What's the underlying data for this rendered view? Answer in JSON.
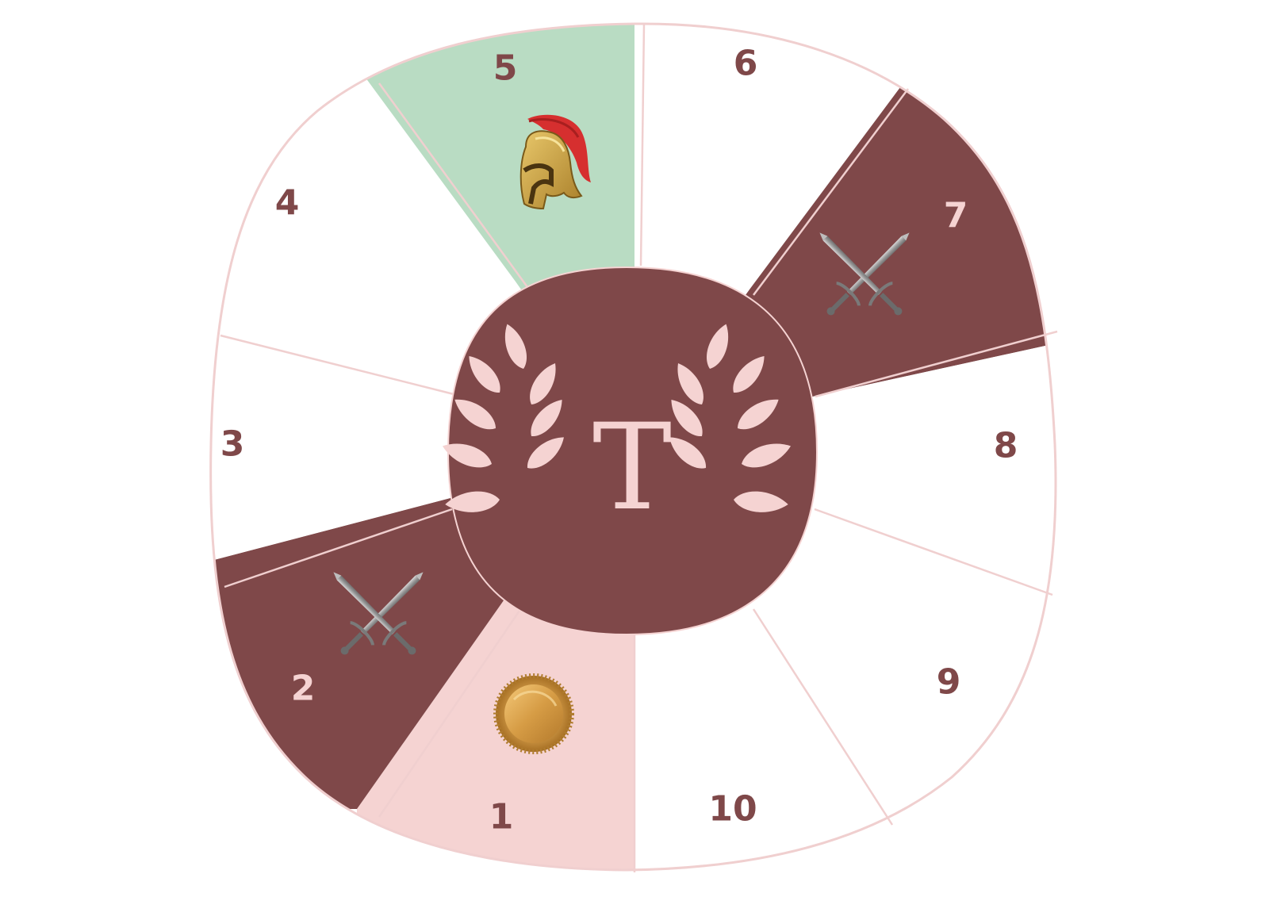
{
  "game": {
    "center_letter": "T",
    "center_emblem": "laurel-wreath",
    "colors": {
      "maroon": "#7f4849",
      "pink": "#f5d3d2",
      "mint": "#b9dcc3",
      "white": "#ffffff",
      "outline": "#f0cfcf",
      "label_dark": "#7f4849",
      "label_light": "#f5d3d2"
    },
    "spaces": [
      {
        "label": "1",
        "fill": "pink",
        "icon": "gold-coin-icon"
      },
      {
        "label": "2",
        "fill": "maroon",
        "icon": "crossed-swords-icon"
      },
      {
        "label": "3",
        "fill": "white",
        "icon": ""
      },
      {
        "label": "4",
        "fill": "white",
        "icon": ""
      },
      {
        "label": "5",
        "fill": "mint",
        "icon": "spartan-helmet-icon"
      },
      {
        "label": "6",
        "fill": "white",
        "icon": ""
      },
      {
        "label": "7",
        "fill": "maroon",
        "icon": "crossed-swords-icon"
      },
      {
        "label": "8",
        "fill": "white",
        "icon": ""
      },
      {
        "label": "9",
        "fill": "white",
        "icon": ""
      },
      {
        "label": "10",
        "fill": "white",
        "icon": ""
      }
    ]
  }
}
